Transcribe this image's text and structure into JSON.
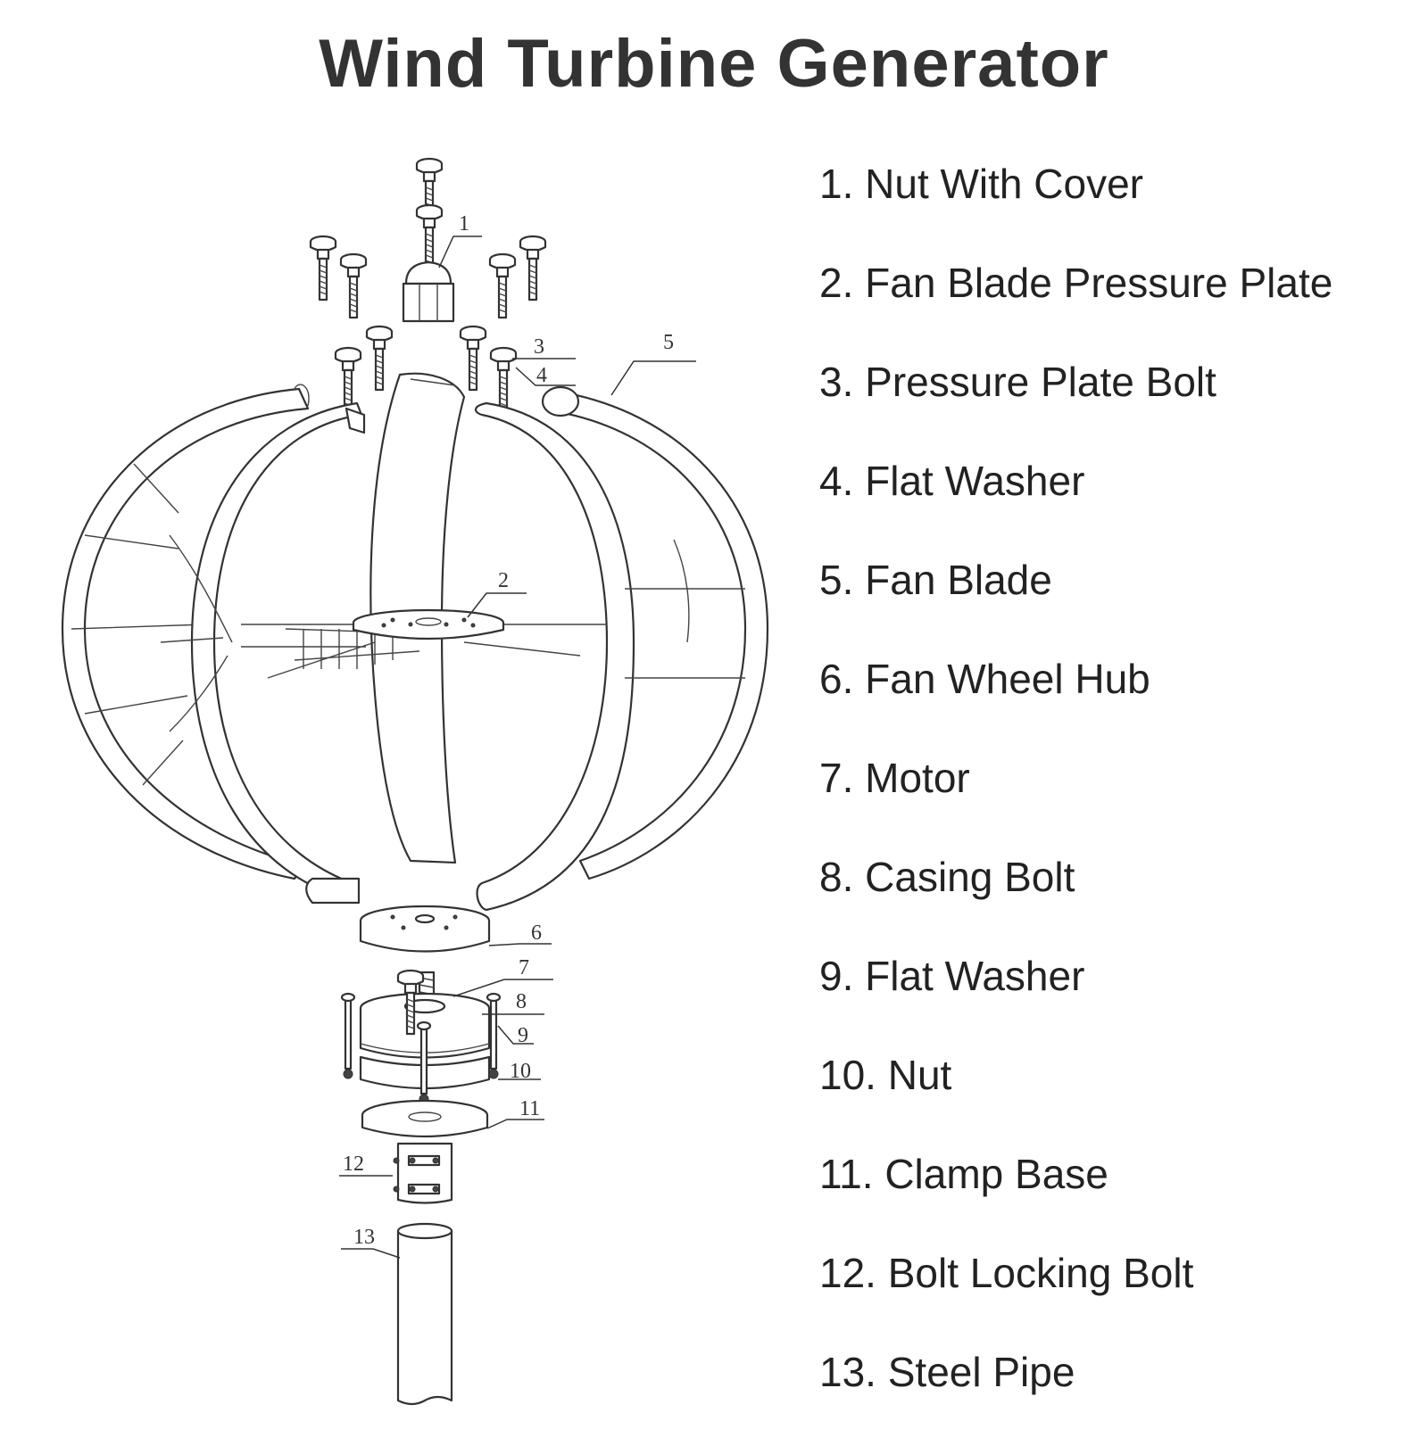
{
  "title": "Wind Turbine Generator",
  "parts": [
    {
      "number": "1",
      "name": "Nut With Cover"
    },
    {
      "number": "2",
      "name": "Fan Blade Pressure Plate"
    },
    {
      "number": "3",
      "name": "Pressure Plate Bolt"
    },
    {
      "number": "4",
      "name": "Flat Washer"
    },
    {
      "number": "5",
      "name": "Fan Blade"
    },
    {
      "number": "6",
      "name": "Fan Wheel Hub"
    },
    {
      "number": "7",
      "name": "Motor"
    },
    {
      "number": "8",
      "name": "Casing Bolt"
    },
    {
      "number": "9",
      "name": "Flat Washer"
    },
    {
      "number": "10",
      "name": "Nut"
    },
    {
      "number": "11",
      "name": "Clamp Base"
    },
    {
      "number": "12",
      "name": "Bolt Locking Bolt"
    },
    {
      "number": "13",
      "name": "Steel Pipe"
    }
  ],
  "callouts": [
    "1",
    "2",
    "3",
    "4",
    "5",
    "6",
    "7",
    "8",
    "9",
    "10",
    "11",
    "12",
    "13"
  ]
}
